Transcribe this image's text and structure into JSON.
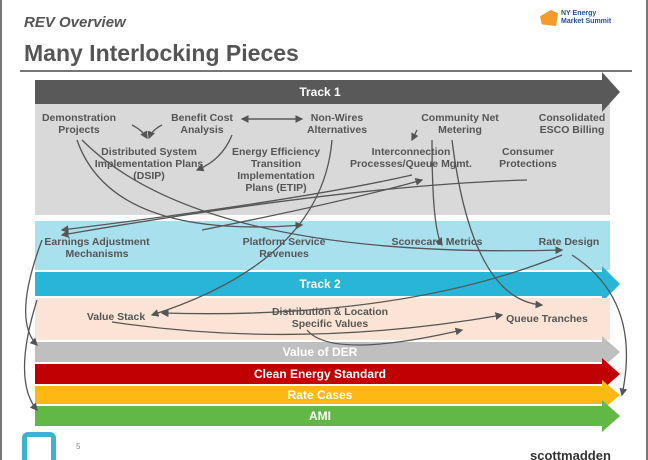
{
  "header": {
    "subtitle": "REV Overview",
    "title": "Many Interlocking Pieces",
    "logo_line1": "NY Energy",
    "logo_line2": "Market Summit"
  },
  "tracks": {
    "track1": "Track 1",
    "track2": "Track 2",
    "value_of_der": "Value of DER",
    "clean_energy": "Clean Energy Standard",
    "rate_cases": "Rate Cases",
    "ami": "AMI"
  },
  "track1_items": {
    "demo": "Demonstration Projects",
    "bca": "Benefit Cost Analysis",
    "nwa": "Non-Wires Alternatives",
    "cnm": "Community Net Metering",
    "esco": "Consolidated ESCO Billing",
    "dsip": "Distributed System Implementation Plans (DSIP)",
    "etip": "Energy Efficiency Transition Implementation Plans (ETIP)",
    "interconn": "Interconnection Processes/Queue Mgmt.",
    "consumer": "Consumer Protections"
  },
  "track2_items": {
    "eam": "Earnings Adjustment Mechanisms",
    "psr": "Platform Service Revenues",
    "scorecard": "Scorecard Metrics",
    "rate_design": "Rate Design"
  },
  "der_items": {
    "value_stack": "Value Stack",
    "dlsv": "Distribution & Location Specific Values",
    "queue": "Queue Tranches"
  },
  "footer": {
    "page": "5",
    "brand": "scottmadden"
  },
  "colors": {
    "track1": "#595959",
    "gray_box": "#d9d9d9",
    "blue_box": "#a9e0ee",
    "track2": "#29b5d5",
    "peach": "#fbe4d5",
    "der": "#bfbfbf",
    "ces": "#c00000",
    "rate": "#fdb813",
    "ami": "#62b846"
  }
}
